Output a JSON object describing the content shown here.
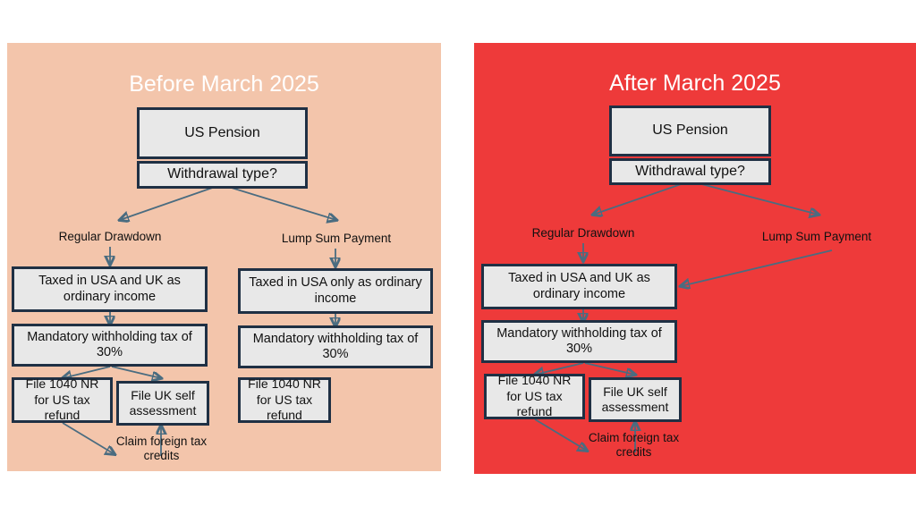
{
  "slide": {
    "background_color": "#FFFFFF",
    "accent_colors": {
      "panel_before_bg": "#F3C5AB",
      "panel_after_bg": "#EE3A3A",
      "node_fill": "#E8E8E8",
      "node_border": "#1F3044",
      "arrow": "#4A6C80",
      "title_text": "#FFFFFF",
      "body_text": "#111111"
    }
  },
  "panels": [
    {
      "id": "before",
      "title": "Before March 2025",
      "nodes": {
        "root": "US Pension",
        "decision": "Withdrawal type?",
        "left_taxed": "Taxed in USA and UK as ordinary income",
        "left_withholding": "Mandatory withholding tax of 30%",
        "left_file_1040": "File 1040 NR for US tax refund",
        "left_file_uk": "File UK self assessment",
        "right_taxed": "Taxed in USA only as ordinary income",
        "right_withholding": "Mandatory withholding tax of 30%",
        "right_file_1040": "File 1040 NR for US tax refund"
      },
      "edge_labels": {
        "branch_left": "Regular  Drawdown",
        "branch_right": "Lump Sum Payment",
        "claim_credits": "Claim foreign tax credits"
      }
    },
    {
      "id": "after",
      "title": "After March 2025",
      "nodes": {
        "root": "US Pension",
        "decision": "Withdrawal type?",
        "left_taxed": "Taxed in USA and UK as ordinary income",
        "left_withholding": "Mandatory withholding tax of 30%",
        "left_file_1040": "File 1040 NR for US tax refund",
        "left_file_uk": "File UK self assessment"
      },
      "edge_labels": {
        "branch_left": "Regular  Drawdown",
        "branch_right": "Lump Sum Payment",
        "claim_credits": "Claim foreign tax credits"
      }
    }
  ]
}
